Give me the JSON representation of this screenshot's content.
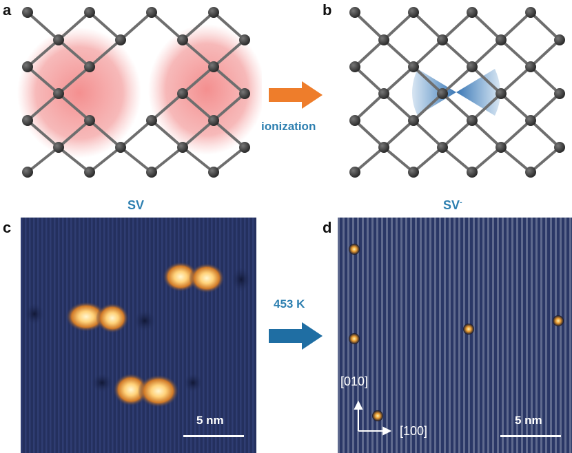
{
  "panels": {
    "a": {
      "letter": "a",
      "caption": "SV"
    },
    "b": {
      "letter": "b",
      "caption_main": "SV",
      "caption_sup": "-"
    },
    "c": {
      "letter": "c",
      "scalebar": "5 nm"
    },
    "d": {
      "letter": "d",
      "scalebar": "5 nm",
      "axis_y": "[010]",
      "axis_x": "[100]"
    }
  },
  "arrows": {
    "top": {
      "label": "ionization",
      "color": "#ee7d2b"
    },
    "bottom": {
      "label": "453 K",
      "color": "#1f6ea3"
    }
  },
  "colors": {
    "atom": "#3a3a3a",
    "bond": "#6e6e6e",
    "red_cloud": "#f06a6a",
    "blue_cloud": "#3a7fbf",
    "stm_background": "#24305e",
    "stm_bright": "#ffd27a"
  }
}
